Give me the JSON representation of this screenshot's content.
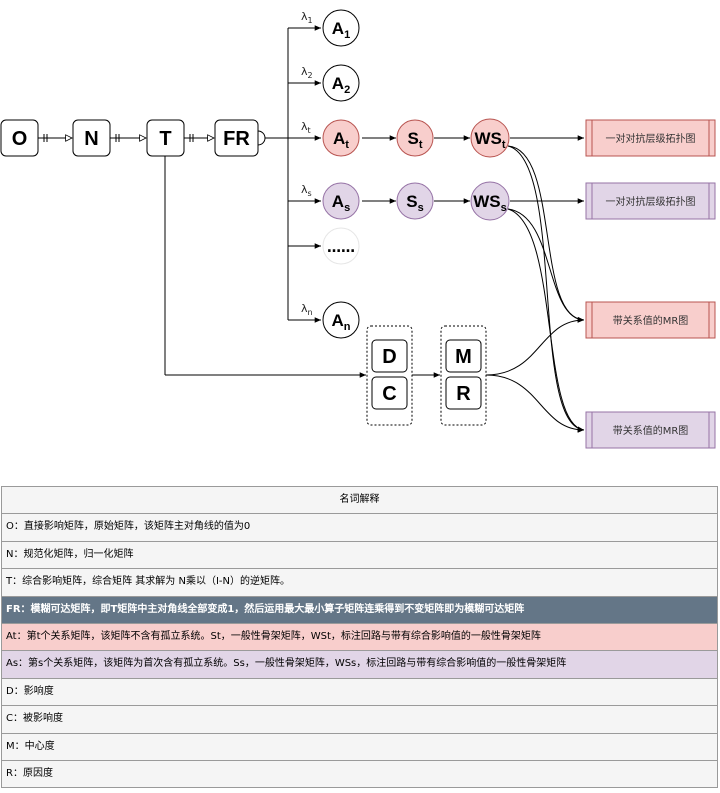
{
  "diagram": {
    "nodes": {
      "o": "O",
      "n": "N",
      "t": "T",
      "fr": "FR",
      "a1_base": "A",
      "a1_sub": "1",
      "a2_base": "A",
      "a2_sub": "2",
      "at_base": "A",
      "at_sub": "t",
      "st_base": "S",
      "st_sub": "t",
      "wst_base": "WS",
      "wst_sub": "t",
      "as_base": "A",
      "as_sub": "s",
      "ss_base": "S",
      "ss_sub": "s",
      "wss_base": "WS",
      "wss_sub": "s",
      "dots": "……",
      "an_base": "A",
      "an_sub": "n",
      "d": "D",
      "c": "C",
      "m": "M",
      "r": "R"
    },
    "lambdas": {
      "l1_base": "λ",
      "l1_sub": "1",
      "l2_base": "λ",
      "l2_sub": "2",
      "lt_base": "λ",
      "lt_sub": "t",
      "ls_base": "λ",
      "ls_sub": "s",
      "ln_base": "λ",
      "ln_sub": "n"
    },
    "outputs": {
      "out1": "一对对抗层级拓扑图",
      "out2": "一对对抗层级拓扑图",
      "out3": "带关系值的MR图",
      "out4": "带关系值的MR图"
    },
    "colors": {
      "pink_fill": "#f8cecc",
      "pink_stroke": "#b85450",
      "purple_fill": "#e1d5e7",
      "purple_stroke": "#9673a6",
      "fr_row": "#647687"
    }
  },
  "glossary": {
    "title": "名词解释",
    "rows": [
      "O：直接影响矩阵，原始矩阵，该矩阵主对角线的值为0",
      "N：规范化矩阵，归一化矩阵",
      "T：综合影响矩阵，综合矩阵 其求解为 N乘以（I-N）的逆矩阵。",
      "FR：模糊可达矩阵，即T矩阵中主对角线全部变成1，然后运用最大最小算子矩阵连乘得到不变矩阵即为模糊可达矩阵",
      "At：第t个关系矩阵，该矩阵不含有孤立系统。St，一般性骨架矩阵，WSt，标注回路与带有综合影响值的一般性骨架矩阵",
      "As：第s个关系矩阵，该矩阵为首次含有孤立系统。Ss，一般性骨架矩阵，WSs，标注回路与带有综合影响值的一般性骨架矩阵",
      "D：影响度",
      "C：被影响度",
      "M：中心度",
      "R：原因度"
    ]
  }
}
